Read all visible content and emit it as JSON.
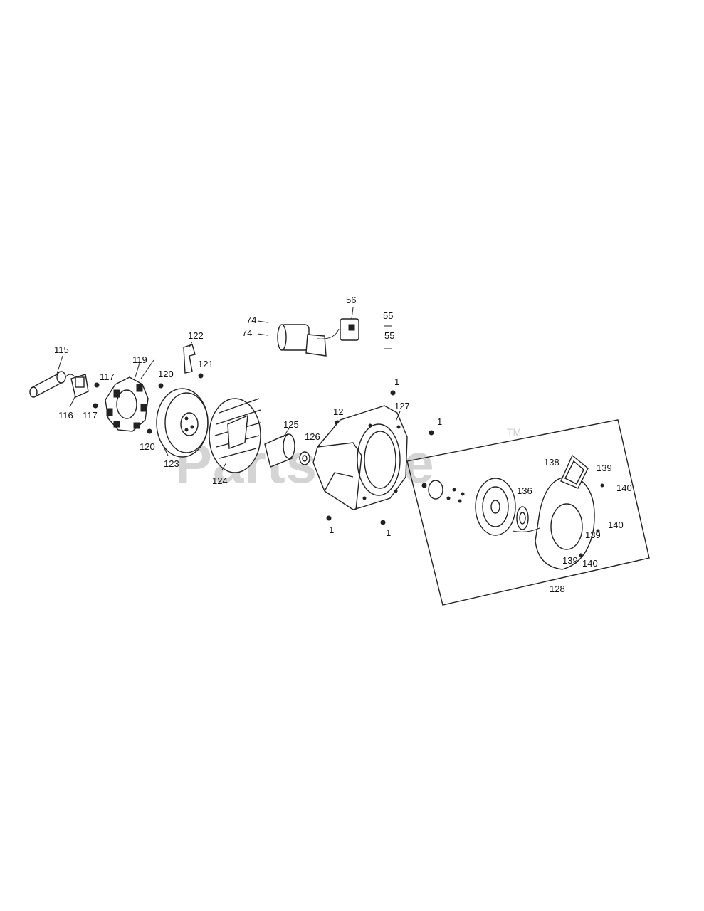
{
  "watermark": {
    "text": "PartsTree",
    "trademark": "TM"
  },
  "callouts": [
    {
      "id": "c115",
      "text": "115"
    },
    {
      "id": "c116",
      "text": "116"
    },
    {
      "id": "c117a",
      "text": "117"
    },
    {
      "id": "c117b",
      "text": "117"
    },
    {
      "id": "c119",
      "text": "119"
    },
    {
      "id": "c120a",
      "text": "120"
    },
    {
      "id": "c120b",
      "text": "120"
    },
    {
      "id": "c121",
      "text": "121"
    },
    {
      "id": "c122",
      "text": "122"
    },
    {
      "id": "c123",
      "text": "123"
    },
    {
      "id": "c124",
      "text": "124"
    },
    {
      "id": "c125",
      "text": "125"
    },
    {
      "id": "c126",
      "text": "126"
    },
    {
      "id": "c12",
      "text": "12"
    },
    {
      "id": "c127",
      "text": "127"
    },
    {
      "id": "c1a",
      "text": "1"
    },
    {
      "id": "c1b",
      "text": "1"
    },
    {
      "id": "c1c",
      "text": "1"
    },
    {
      "id": "c1d",
      "text": "1"
    },
    {
      "id": "c56",
      "text": "56"
    },
    {
      "id": "c74a",
      "text": "74"
    },
    {
      "id": "c74b",
      "text": "74"
    },
    {
      "id": "c55a",
      "text": "55"
    },
    {
      "id": "c55b",
      "text": "55"
    },
    {
      "id": "c128",
      "text": "128"
    },
    {
      "id": "c136",
      "text": "136"
    },
    {
      "id": "c138",
      "text": "138"
    },
    {
      "id": "c139a",
      "text": "139"
    },
    {
      "id": "c139b",
      "text": "139"
    },
    {
      "id": "c139c",
      "text": "139"
    },
    {
      "id": "c140a",
      "text": "140"
    },
    {
      "id": "c140b",
      "text": "140"
    },
    {
      "id": "c140c",
      "text": "140"
    }
  ]
}
